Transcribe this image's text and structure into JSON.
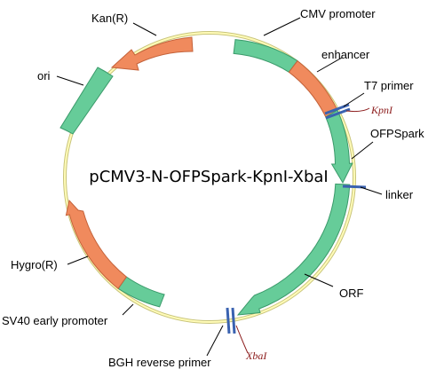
{
  "plasmid": {
    "name": "pCMV3-N-OFPSpark-KpnI-XbaI",
    "backbone_color": "#fffbb8",
    "backbone_edge_color": "#c8c47a"
  },
  "colors": {
    "green": "#66cc99",
    "green_edge": "#3a9a6a",
    "orange": "#f08a5d",
    "orange_edge": "#c4623a",
    "site_mark": "#3a62b0"
  },
  "features": {
    "cmv_promoter": "CMV promoter",
    "enhancer": "enhancer",
    "t7_primer": "T7 primer",
    "kpni_site": "KpnI",
    "ofpspark": "OFPSpark",
    "linker": "linker",
    "orf": "ORF",
    "xbai_site": "XbaI",
    "bgh_reverse_primer": "BGH reverse primer",
    "sv40_early_promoter": "SV40 early promoter",
    "hygro": "Hygro(R)",
    "ori": "ori",
    "kan": "Kan(R)"
  }
}
